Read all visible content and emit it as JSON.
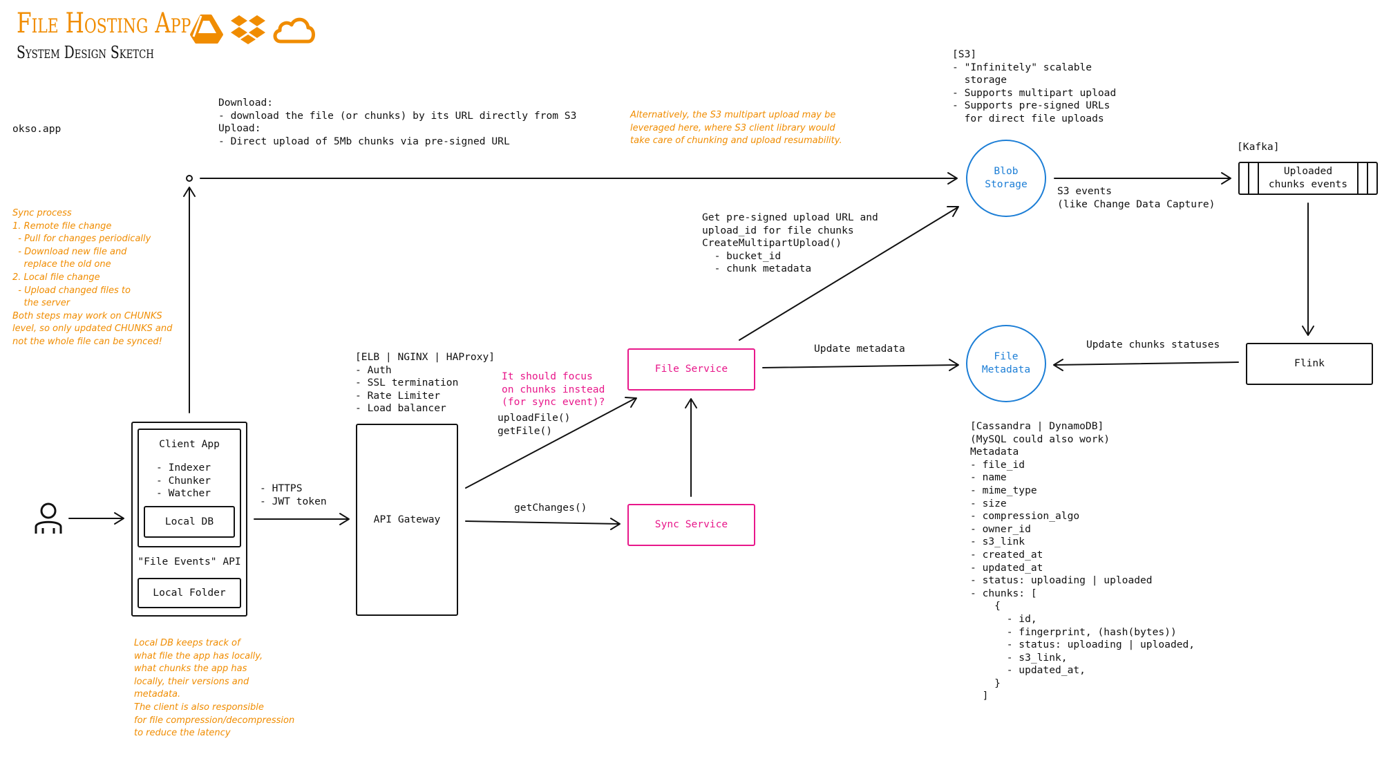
{
  "header": {
    "title": "File Hosting App",
    "subtitle": "System Design Sketch",
    "site": "okso.app",
    "icons": [
      "google-drive-icon",
      "dropbox-icon",
      "cloud-icon"
    ],
    "colors": {
      "accent_orange": "#f08c00",
      "accent_pink": "#e8178a",
      "accent_blue": "#1c7ed6",
      "ink": "#111111"
    }
  },
  "notes": {
    "download_upload": [
      "Download:",
      "- download the file (or chunks) by its URL directly from S3",
      "",
      "Upload:",
      "- Direct upload of 5Mb chunks via pre-signed URL"
    ],
    "sync_process": [
      "Sync process",
      "",
      "1. Remote file change",
      "  - Pull for changes periodically",
      "  - Download new file and",
      "    replace the old one",
      "",
      "2. Local file change",
      "  - Upload changed files to",
      "    the server",
      "",
      "Both steps may work on CHUNKS",
      "level, so only updated CHUNKS and",
      "not the whole file can be synced!"
    ],
    "multipart": [
      "Alternatively, the S3 multipart upload may be",
      "leveraged here, where S3 client library would",
      "take care of chunking and upload resumability."
    ],
    "local_db": [
      "Local DB keeps track of",
      "what file the app has locally,",
      "what chunks the app has",
      "locally, their versions and",
      "metadata.",
      "",
      "The client is also responsible",
      "for file compression/decompression",
      "to reduce the latency"
    ],
    "s3": [
      "[S3]",
      "- \"Infinitely\" scalable",
      "  storage",
      "- Supports multipart upload",
      "- Supports pre-signed URLs",
      "  for direct file uploads"
    ],
    "kafka": "[Kafka]",
    "s3_events": [
      "S3 events",
      "(like Change Data Capture)"
    ],
    "presigned": [
      "Get pre-signed upload URL and",
      "upload_id for file chunks",
      "",
      "CreateMultipartUpload()",
      "  - bucket_id",
      "  - chunk metadata"
    ],
    "gateway": [
      "[ELB | NGINX | HAProxy]",
      "- Auth",
      "- SSL termination",
      "- Rate Limiter",
      "- Load balancer"
    ],
    "focus": [
      "It should focus",
      "on chunks instead",
      "(for sync event)?"
    ],
    "upload_calls": [
      "uploadFile()",
      "getFile()"
    ],
    "https": [
      "- HTTPS",
      "- JWT token"
    ],
    "get_changes": "getChanges()",
    "update_metadata": "Update metadata",
    "update_chunks": "Update chunks statuses",
    "metadata_db": [
      "[Cassandra | DynamoDB]",
      "(MySQL could also work)",
      "",
      "Metadata",
      "- file_id",
      "- name",
      "- mime_type",
      "- size",
      "- compression_algo",
      "- owner_id",
      "- s3_link",
      "- created_at",
      "- updated_at",
      "- status: uploading | uploaded",
      "- chunks: [",
      "    {",
      "      - id,",
      "      - fingerprint, (hash(bytes))",
      "      - status: uploading | uploaded,",
      "      - s3_link,",
      "      - updated_at,",
      "    }",
      "  ]"
    ]
  },
  "components": {
    "client_app": {
      "title": "Client App",
      "modules": [
        "- Indexer",
        "- Chunker",
        "- Watcher"
      ],
      "local_db": "Local DB",
      "events_api": "\"File Events\" API",
      "local_folder": "Local Folder"
    },
    "api_gateway": "API Gateway",
    "file_service": "File Service",
    "sync_service": "Sync Service",
    "blob_storage": [
      "Blob",
      "Storage"
    ],
    "file_metadata": [
      "File",
      "Metadata"
    ],
    "kafka_queue": [
      "Uploaded",
      "chunks events"
    ],
    "flink": "Flink"
  }
}
